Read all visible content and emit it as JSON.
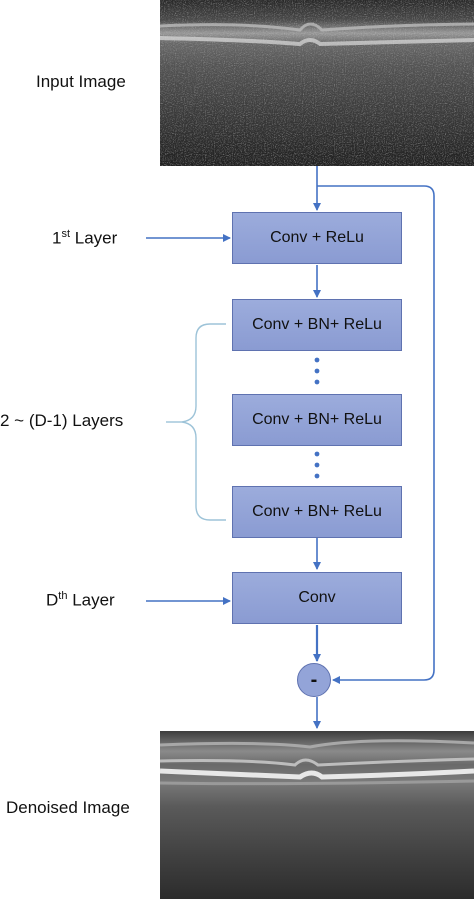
{
  "labels": {
    "input_image": "Input Image",
    "first_layer_base": "1",
    "first_layer_sup": "st",
    "first_layer_tail": " Layer",
    "middle_layers": "2 ~ (D-1) Layers",
    "last_layer_base": "D",
    "last_layer_sup": "th",
    "last_layer_tail": " Layer",
    "denoised_image": "Denoised Image"
  },
  "blocks": {
    "layer1": "Conv + ReLu",
    "layer2": "Conv + BN+ ReLu",
    "layer3": "Conv + BN+ ReLu",
    "layer4": "Conv + BN+ ReLu",
    "layer_last": "Conv"
  },
  "operator": "-",
  "colors": {
    "block_fill": "#8fa0d6",
    "block_border": "#5f72b0",
    "arrow": "#4472c4",
    "brace": "#9dc3d8"
  }
}
